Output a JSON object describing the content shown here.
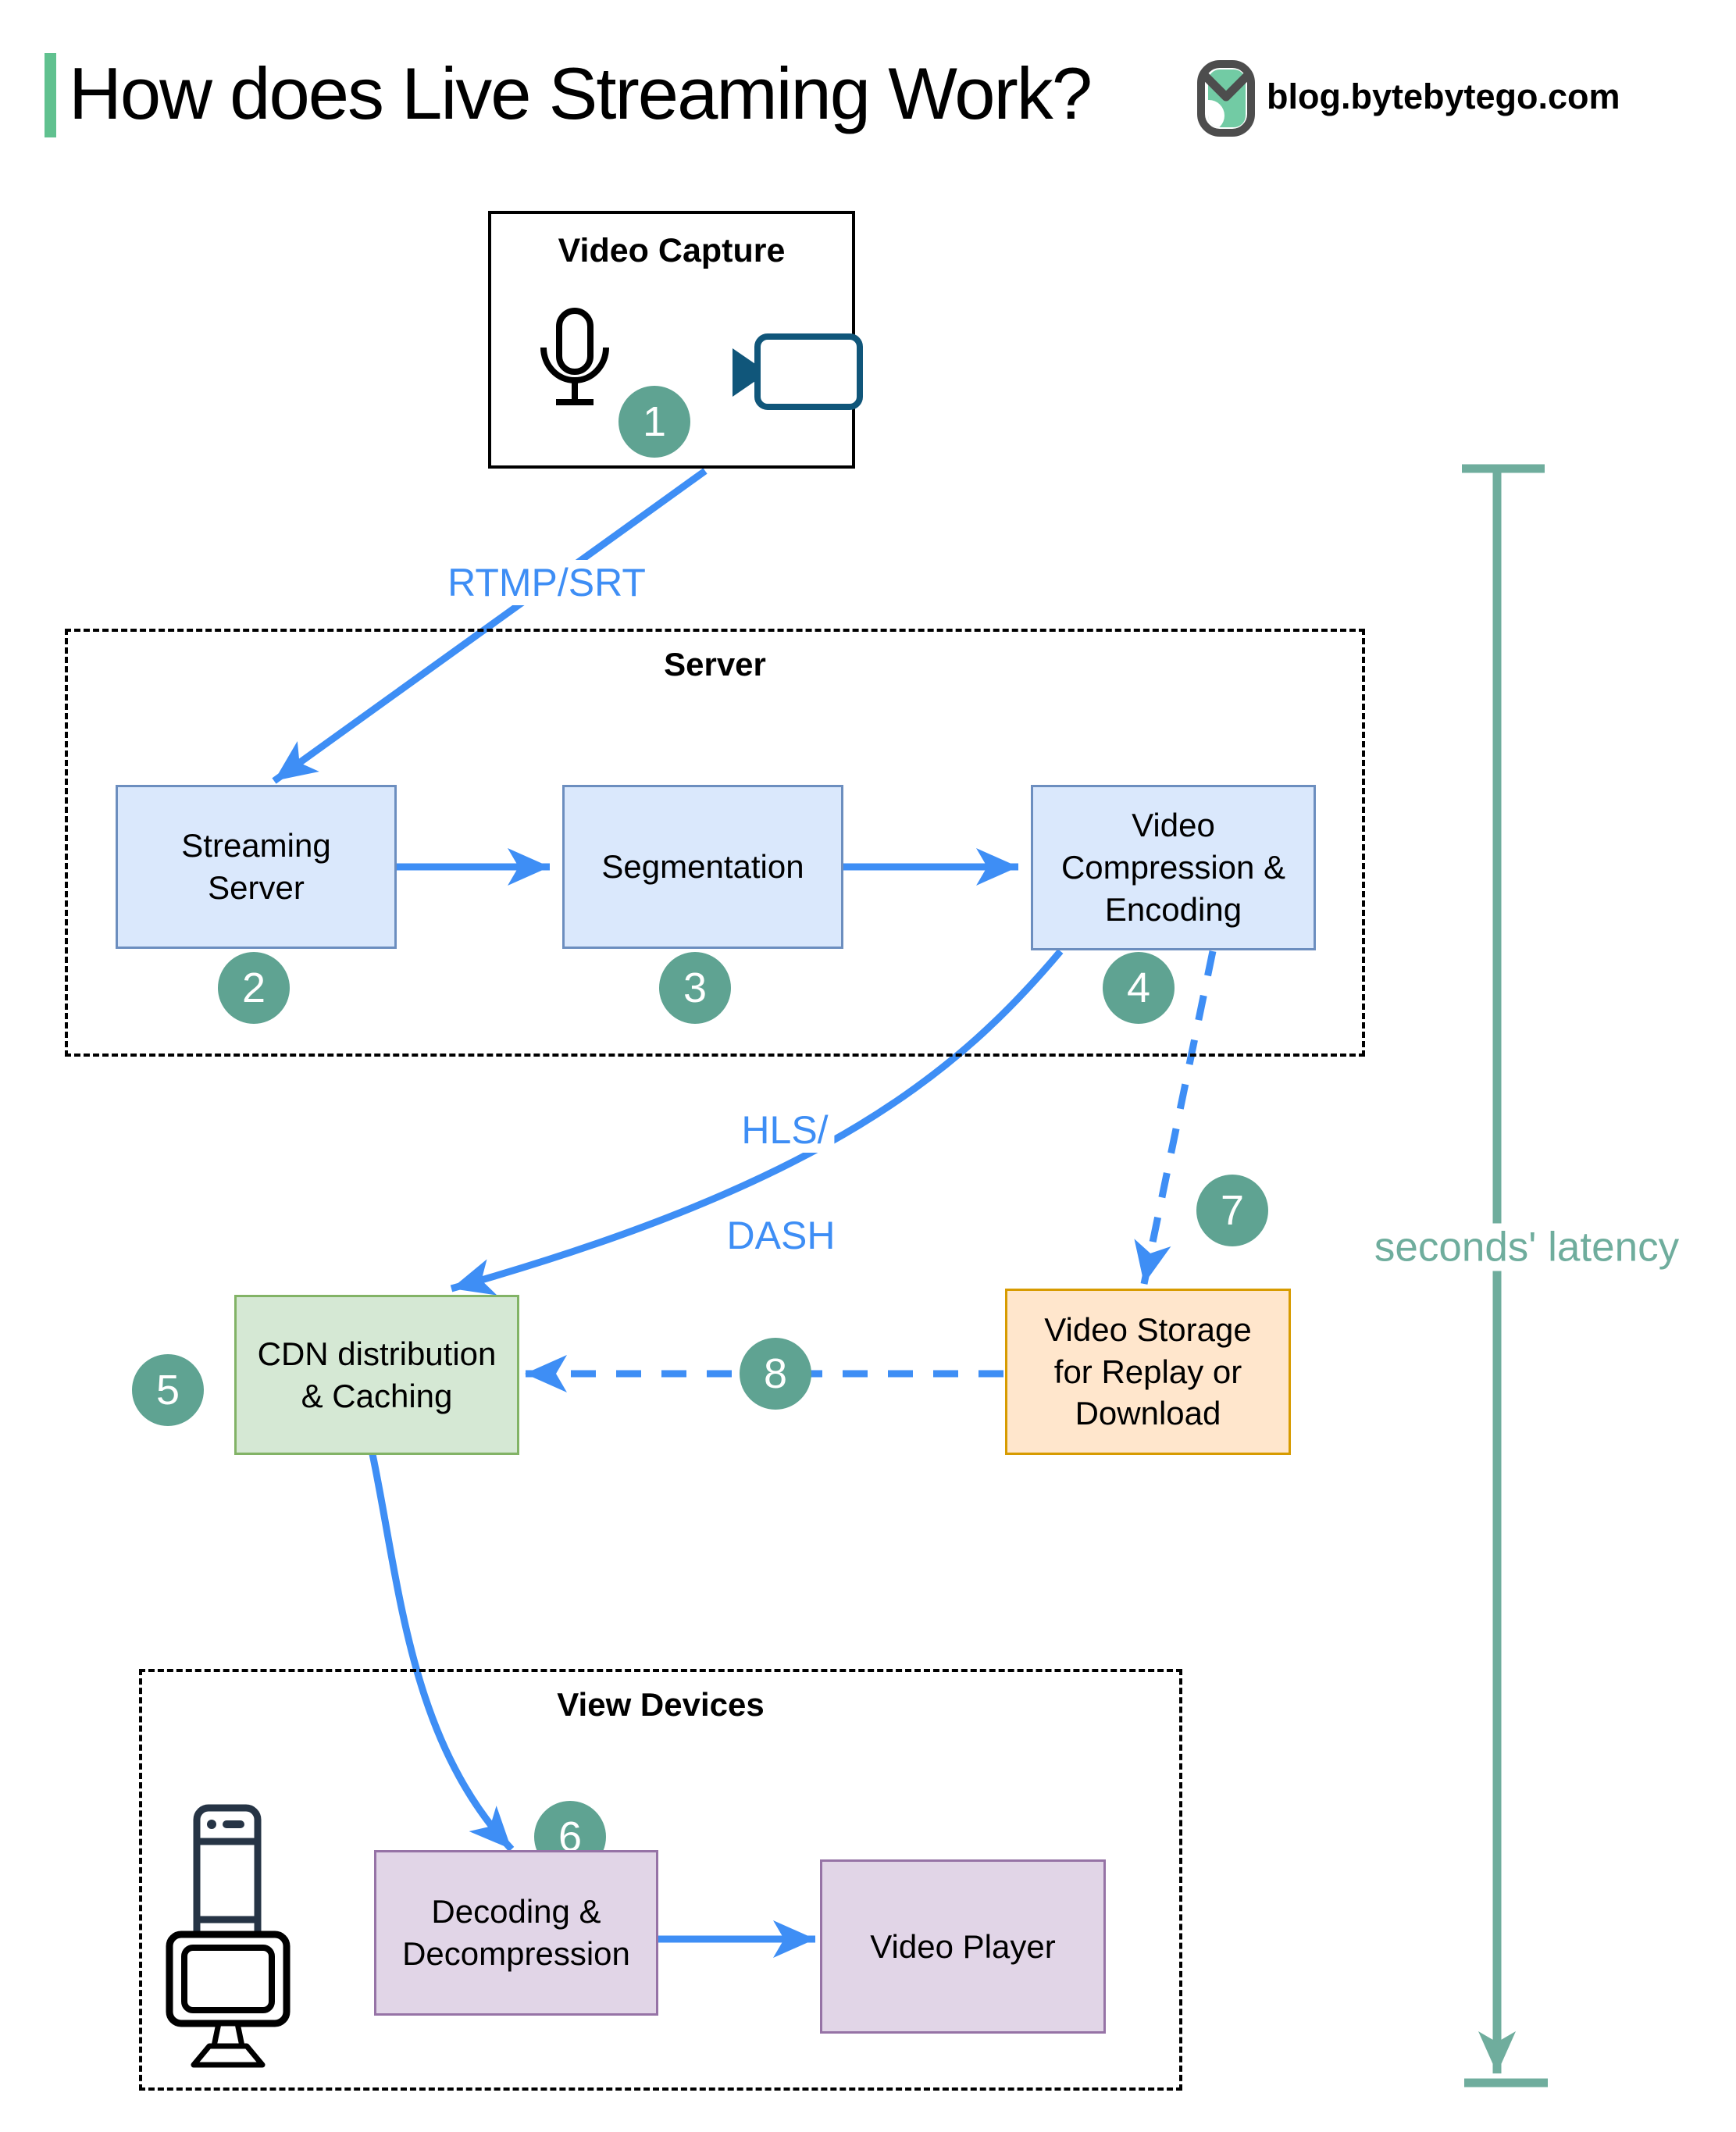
{
  "header": {
    "title": "How does Live Streaming Work?",
    "site": "blog.bytebytego.com"
  },
  "groups": {
    "server": "Server",
    "devices": "View Devices"
  },
  "nodes": {
    "capture": {
      "title": "Video Capture"
    },
    "streaming": {
      "l1": "Streaming",
      "l2": "Server"
    },
    "segmentation": {
      "l1": "Segmentation"
    },
    "compression": {
      "l1": "Video",
      "l2": "Compression &",
      "l3": "Encoding"
    },
    "cdn": {
      "l1": "CDN distribution",
      "l2": "& Caching"
    },
    "storage": {
      "l1": "Video Storage",
      "l2": "for Replay or",
      "l3": "Download"
    },
    "decoding": {
      "l1": "Decoding &",
      "l2": "Decompression"
    },
    "player": {
      "l1": "Video Player"
    }
  },
  "steps": [
    "1",
    "2",
    "3",
    "4",
    "5",
    "6",
    "7",
    "8"
  ],
  "edge_labels": {
    "ingest_protocol": "RTMP/SRT",
    "delivery_protocol_line1": "HLS/",
    "delivery_protocol_line2": "DASH",
    "latency": "seconds' latency"
  },
  "icons": {
    "logo": "bytebytego-logo",
    "capture": [
      "microphone-icon",
      "video-camera-icon"
    ],
    "devices": [
      "smartphone-icon",
      "monitor-icon"
    ]
  },
  "colors": {
    "flow_blue": "#3E8EF5",
    "step_badge_teal": "#5FA392",
    "latency_teal": "#6FAD9D",
    "accent_green": "#60C18F",
    "blue_node_fill": "#dae8fc",
    "blue_node_border": "#6c8ebf",
    "green_node_fill": "#d5e8d4",
    "green_node_border": "#82b366",
    "orange_node_fill": "#ffe6cc",
    "orange_node_border": "#d79b00",
    "purple_node_fill": "#e1d5e7",
    "purple_node_border": "#9673a6",
    "camera_icon_teal": "#10567A",
    "phone_icon_navy": "#263445"
  }
}
